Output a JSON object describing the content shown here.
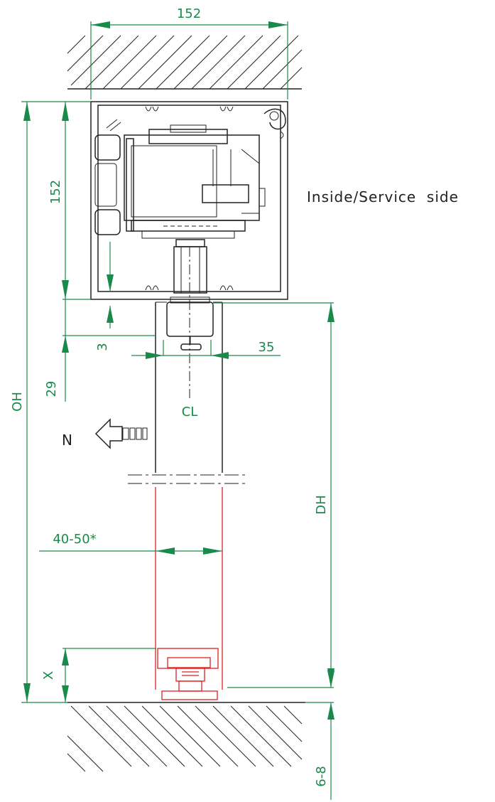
{
  "labels": {
    "top_width": "152",
    "housing_height": "152",
    "gap_small": "3",
    "offset_29": "29",
    "oh": "OH",
    "dh": "DH",
    "offset_35": "35",
    "centerline": "CL",
    "door_thickness": "40-50*",
    "x": "X",
    "floor_gap": "6-8",
    "north_letter": "N",
    "inside_service_side": "Inside/Service  side"
  },
  "colors": {
    "dimension": "#1a8a4a",
    "outline": "#222222",
    "door_leaf": "#e02020"
  }
}
